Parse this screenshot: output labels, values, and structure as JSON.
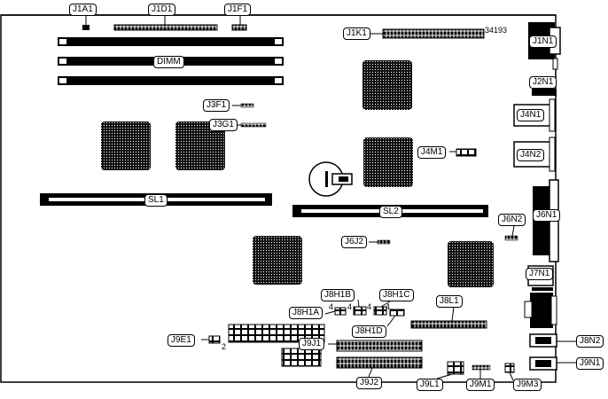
{
  "diagram": {
    "code": "34193",
    "labels": {
      "j1a1": "J1A1",
      "j1d1": "J1D1",
      "j1f1": "J1F1",
      "j1k1": "J1K1",
      "j1n1": "J1N1",
      "dimm": "DIMM",
      "j2n1": "J2N1",
      "j3f1": "J3F1",
      "j3g1": "J3G1",
      "j4n1": "J4N1",
      "j4m1": "J4M1",
      "j4n2": "J4N2",
      "sl1": "SL1",
      "sl2": "SL2",
      "j6n1": "J6N1",
      "j6n2": "J6N2",
      "j6j2": "J6J2",
      "j7n1": "J7N1",
      "j8h1b": "J8H1B",
      "j8h1c": "J8H1C",
      "j8h1a": "J8H1A",
      "j8l1": "J8L1",
      "j8h1d": "J8H1D",
      "j9e1": "J9E1",
      "j9j1": "J9J1",
      "j8n2": "J8N2",
      "j9n1": "J9N1",
      "j9j2": "J9J2",
      "j9l1": "J9L1",
      "j9m1": "J9M1",
      "j9m3": "J9M3"
    },
    "pin_markers": {
      "p4a": "4",
      "p4b": "4",
      "p4c": "4",
      "p4d": "4",
      "p2": "2"
    }
  }
}
